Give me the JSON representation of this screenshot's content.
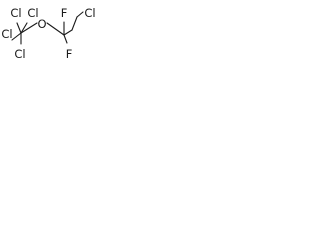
{
  "molecule": {
    "atoms": {
      "cl_top_left": "Cl",
      "cl_top_right": "Cl",
      "cl_left": "Cl",
      "cl_bottom": "Cl",
      "oxygen": "O",
      "f_top": "F",
      "f_bottom": "F"
    }
  }
}
